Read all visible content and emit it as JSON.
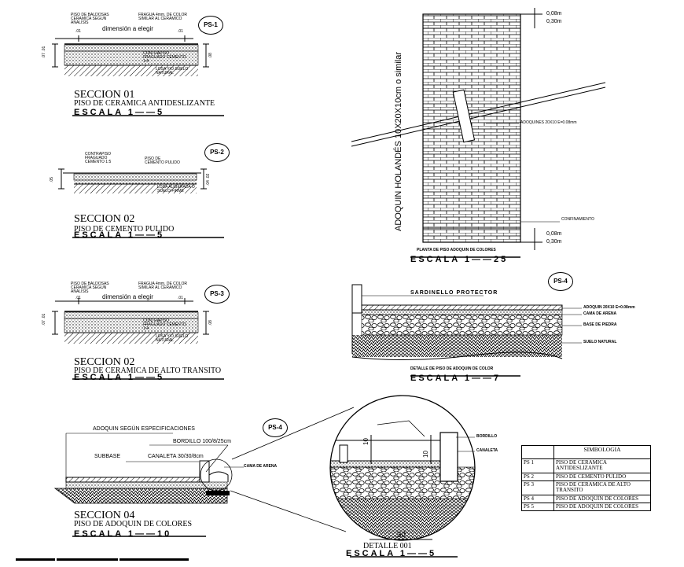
{
  "sec1": {
    "tag": "PS-1",
    "note_a": "PISO DE BALDOSAS CERAMICA SEGUN ANALISIS",
    "note_b": "FRAGUA 4mm. DE COLOR SIMILAR AL CERAMICO",
    "note_c": "CONTRAPISO FRAGUADO CEMENTO 1:4",
    "note_d": "LOSA Y/O SUELO NATURAL",
    "dim_text": "dimensión a elegir",
    "dim_small": ".01",
    "dim_left": ".07 .01",
    "dim_right": ".08",
    "title": "SECCION 01",
    "subtitle": "PISO DE CERAMICA ANTIDESLIZANTE",
    "scale": "ESCALA 1——5"
  },
  "sec2": {
    "tag": "PS-2",
    "note_a": "CONTRAPISO FRAGUADO CEMENTO 1:5",
    "note_b": "PISO DE CEMENTO PULIDO",
    "note_c": "LOSA ALIGERADA O SUELO FIRME",
    "dim_left": ".05",
    "dim_right": ".04 .02",
    "title": "SECCION 02",
    "subtitle": "PISO DE CEMENTO PULIDO",
    "scale": "ESCALA 1——5"
  },
  "sec3": {
    "tag": "PS-3",
    "note_a": "PISO DE BALDOSAS CERAMICA SEGUN ANALISIS",
    "note_b": "FRAGUA 4mm. DE COLOR SIMILAR AL CERAMICO",
    "note_c": "CONTRAPISO FRAGUADO CEMENTO 1:4",
    "note_d": "LOSA Y/O SUELO NATURAL",
    "dim_text": "dimensión a elegir",
    "dim_small": ".01",
    "dim_left": ".07 .01",
    "dim_right": ".08",
    "title": "SECCION 02",
    "subtitle": "PISO DE CERAMICA DE ALTO TRANSITO",
    "scale": "ESCALA 1——5"
  },
  "plan": {
    "vertical": "ADOQUIN HOLANDÉS 10X20X10cm o similar",
    "note_right": "ADOQUINES 20X10 E=0.08mm",
    "note_bottom": "CONFINAMIENTO",
    "dim_top_a": "0,08m",
    "dim_top_b": "0,30m",
    "dim_bot_a": "0,08m",
    "dim_bot_b": "0,30m",
    "title": "PLANTA DE PISO ADOQUIN DE COLORES",
    "scale": "ESCALA 1——25"
  },
  "detail": {
    "tag": "PS-4",
    "curb": "SARDINELLO PROTECTOR",
    "layer_a": "ADOQUIN 20X10 E=0.08mm",
    "layer_b": "CAMA DE ARENA",
    "layer_c": "BASE DE PIEDRA",
    "layer_d": "SUELO NATURAL",
    "title": "DETALLE DE PISO DE ADOQUIN DE COLOR",
    "scale": "ESCALA 1——7"
  },
  "sec4": {
    "tag": "PS-4",
    "label_a": "ADOQUIN SEGÚN ESPECIFICACIONES",
    "label_b": "BORDILLO 100/8/25cm",
    "label_c": "SUBBASE",
    "label_d": "CANALETA 30/30/8cm",
    "label_e": "CAMA DE ARENA",
    "title": "SECCION 04",
    "subtitle": "PISO DE ADOQUIN DE COLORES",
    "scale": "ESCALA 1——10"
  },
  "zoom": {
    "dim_a": "10",
    "dim_b": "10",
    "dim_bottom": ".30",
    "label_a": "BORDILLO",
    "label_b": "CANALETA",
    "title": "DETALLE 001",
    "scale": "ESCALA 1——5"
  },
  "simbologia": {
    "header": "SIMBOLOGIA",
    "rows": [
      {
        "code": "PS 1",
        "desc": "PISO DE CERAMICA ANTIDESLIZANTE"
      },
      {
        "code": "PS 2",
        "desc": "PISO DE CEMENTO PULIDO"
      },
      {
        "code": "PS 3",
        "desc": "PISO DE CERAMICA DE ALTO TRANSITO"
      },
      {
        "code": "PS 4",
        "desc": "PISO DE ADOQUIN DE COLORES"
      },
      {
        "code": "PS 5",
        "desc": "PISO DE ADOQUIN DE COLORES"
      }
    ]
  }
}
